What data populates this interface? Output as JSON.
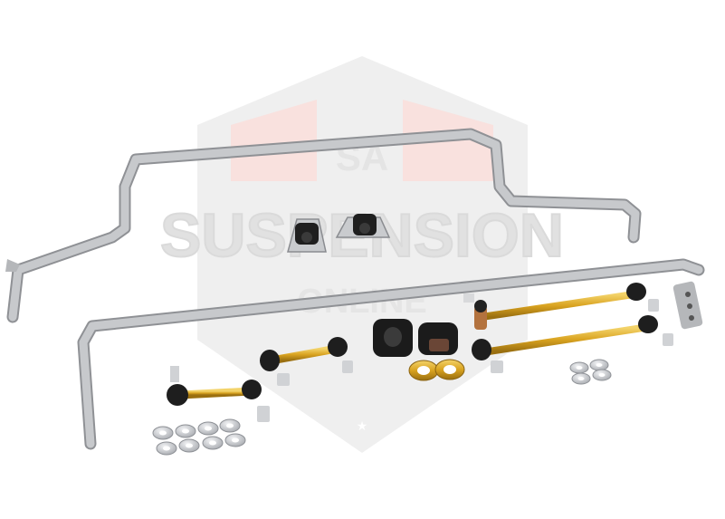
{
  "watermark": {
    "line1": "SA",
    "line2": "SUSPENSION",
    "line3": "ONLINE",
    "shield_color": "#d9d9d9",
    "accent_color": "#f3c4c0"
  },
  "product": {
    "bar_color": "#b8babd",
    "link_gold": "#d9a320",
    "bushing_black": "#1f1f1f",
    "washer_silver": "#cfd2d6"
  }
}
